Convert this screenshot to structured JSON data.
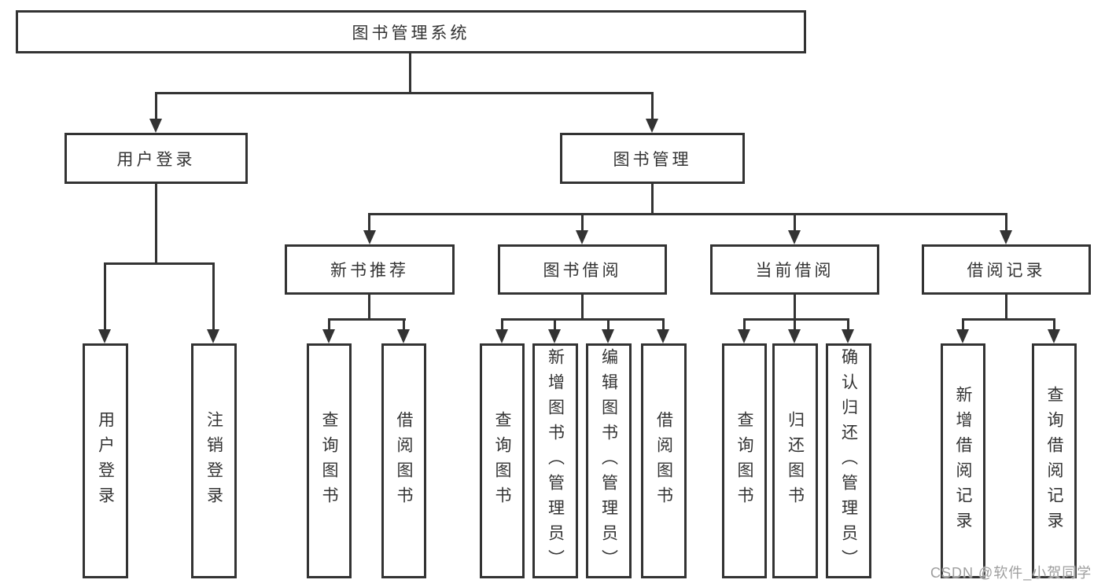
{
  "diagram": {
    "root": {
      "label": "图书管理系统"
    },
    "login_branch": {
      "label": "用户登录",
      "children": [
        {
          "label": "用户登录"
        },
        {
          "label": "注销登录"
        }
      ]
    },
    "mgmt_branch": {
      "label": "图书管理",
      "sections": [
        {
          "label": "新书推荐",
          "children": [
            {
              "label": "查询图书"
            },
            {
              "label": "借阅图书"
            }
          ]
        },
        {
          "label": "图书借阅",
          "children": [
            {
              "label": "查询图书"
            },
            {
              "label": "新增图书（管理员）"
            },
            {
              "label": "编辑图书（管理员）"
            },
            {
              "label": "借阅图书"
            }
          ]
        },
        {
          "label": "当前借阅",
          "children": [
            {
              "label": "查询图书"
            },
            {
              "label": "归还图书"
            },
            {
              "label": "确认归还（管理员）"
            }
          ]
        },
        {
          "label": "借阅记录",
          "children": [
            {
              "label": "新增借阅记录"
            },
            {
              "label": "查询借阅记录"
            }
          ]
        }
      ]
    }
  },
  "watermark": {
    "label": "CSDN @软件_小贺同学"
  },
  "colors": {
    "line": "#333333",
    "text": "#333333",
    "box_bg": "#ffffff",
    "background": "#ffffff",
    "watermark": "#9e9e9e"
  }
}
